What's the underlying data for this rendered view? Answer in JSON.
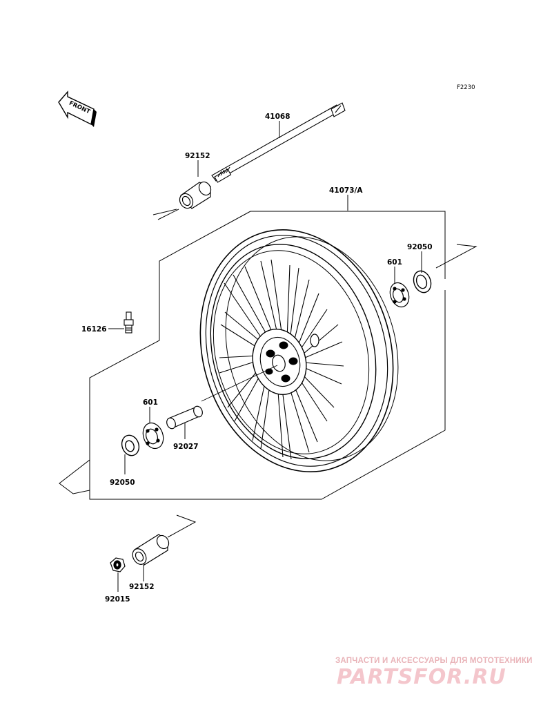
{
  "diagram_code": "F2230",
  "front_indicator": "FRONT",
  "callouts": {
    "axle": "41068",
    "collar_upper": "92152",
    "wheel_assembly": "41073/A",
    "seal_right": "92050",
    "bearing_right": "601",
    "valve": "16126",
    "bearing_left": "601",
    "spacer": "92027",
    "seal_left": "92050",
    "collar_lower": "92152",
    "nut": "92015"
  },
  "watermark": {
    "tagline": "ЗАПЧАСТИ И АКСЕССУАРЫ ДЛЯ МОТОТЕХНИКИ",
    "logo": "PARTSFOR.RU"
  },
  "colors": {
    "line": "#000000",
    "background": "#ffffff",
    "watermark": "#f4c6cc"
  }
}
